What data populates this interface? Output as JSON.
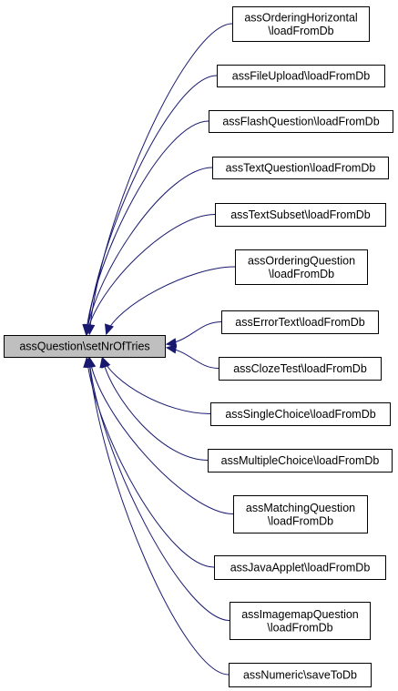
{
  "colors": {
    "edge": "#191970",
    "node_border": "#000000",
    "root_fill": "#bfbfbf",
    "node_fill": "#ffffff"
  },
  "root": {
    "id": "root",
    "label": "assQuestion\\setNrOfTries"
  },
  "callers": [
    {
      "id": "c1",
      "lines": [
        "assOrderingHorizontal",
        "\\loadFromDb"
      ]
    },
    {
      "id": "c2",
      "lines": [
        "assFileUpload\\loadFromDb"
      ]
    },
    {
      "id": "c3",
      "lines": [
        "assFlashQuestion\\loadFromDb"
      ]
    },
    {
      "id": "c4",
      "lines": [
        "assTextQuestion\\loadFromDb"
      ]
    },
    {
      "id": "c5",
      "lines": [
        "assTextSubset\\loadFromDb"
      ]
    },
    {
      "id": "c6",
      "lines": [
        "assOrderingQuestion",
        "\\loadFromDb"
      ]
    },
    {
      "id": "c7",
      "lines": [
        "assErrorText\\loadFromDb"
      ]
    },
    {
      "id": "c8",
      "lines": [
        "assClozeTest\\loadFromDb"
      ]
    },
    {
      "id": "c9",
      "lines": [
        "assSingleChoice\\loadFromDb"
      ]
    },
    {
      "id": "c10",
      "lines": [
        "assMultipleChoice\\loadFromDb"
      ]
    },
    {
      "id": "c11",
      "lines": [
        "assMatchingQuestion",
        "\\loadFromDb"
      ]
    },
    {
      "id": "c12",
      "lines": [
        "assJavaApplet\\loadFromDb"
      ]
    },
    {
      "id": "c13",
      "lines": [
        "assImagemapQuestion",
        "\\loadFromDb"
      ]
    },
    {
      "id": "c14",
      "lines": [
        "assNumeric\\saveToDb"
      ]
    }
  ]
}
